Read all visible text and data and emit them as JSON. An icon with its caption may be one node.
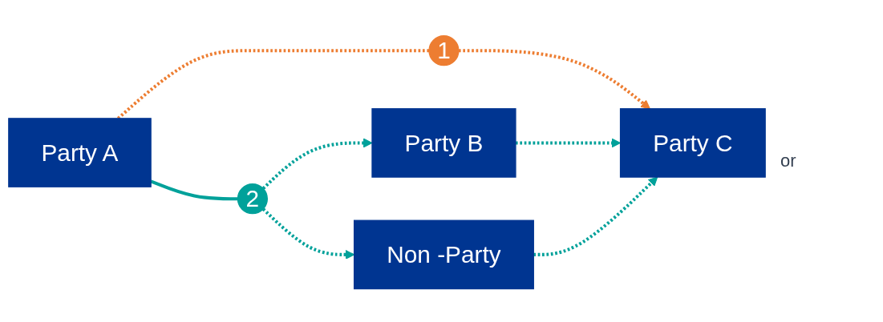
{
  "diagram": {
    "nodes": [
      {
        "text": [
          "Party A"
        ]
      },
      {
        "text": [
          "1"
        ]
      },
      {
        "text": [
          "Party C"
        ]
      },
      {
        "text": [
          "2"
        ]
      },
      {
        "text": [
          "Party B"
        ]
      },
      {
        "text": [
          "Non -Party"
        ]
      }
    ],
    "edges": [
      {
        "from": 0,
        "to": 1,
        "arrow": "none",
        "style": "dashed",
        "color": "#ed7d31"
      },
      {
        "from": 1,
        "to": 2,
        "arrow": "to",
        "style": "dashed",
        "color": "#ed7d31"
      },
      {
        "from": 0,
        "to": 3,
        "arrow": "none"
      },
      {
        "from": 3,
        "to": 4,
        "arrow": "to",
        "style": "dashed"
      },
      {
        "from": 3,
        "to": 5,
        "arrow": "to",
        "style": "dashed"
      },
      {
        "from": 4,
        "to": 2,
        "arrow": "to",
        "style": "dashed"
      },
      {
        "from": 5,
        "to": 2,
        "arrow": "to",
        "style": "dashed"
      }
    ],
    "labels": [
      "or"
    ]
  }
}
